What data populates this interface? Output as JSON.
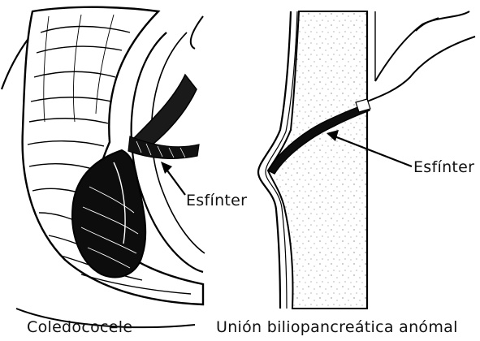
{
  "figure": {
    "left_panel": {
      "caption": "Coledococele",
      "annotation": "Esfínter",
      "illustration": "choledochocele-drawing"
    },
    "right_panel": {
      "caption": "Unión biliopancreática anómal",
      "annotation": "Esfínter",
      "illustration": "anomalous-biliopancreatic-union-drawing"
    },
    "ink_color": "#000000",
    "paper_color": "#ffffff"
  }
}
